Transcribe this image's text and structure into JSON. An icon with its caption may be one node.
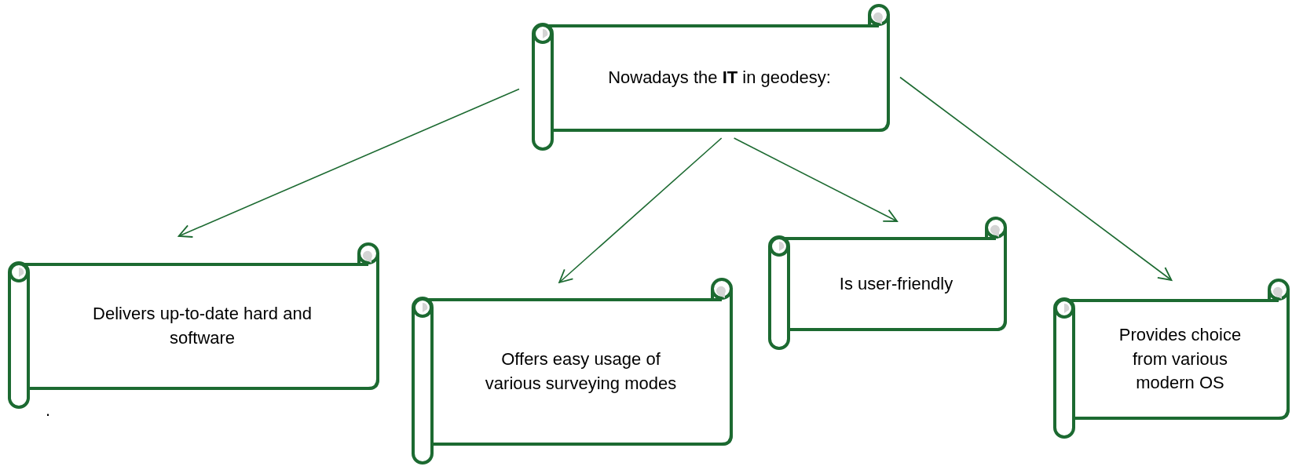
{
  "diagram": {
    "nodes": [
      {
        "text": [
          "Nowadays the **IT** in geodesy:"
        ]
      },
      {
        "text": [
          "Delivers up-to-date hard and software"
        ]
      },
      {
        "text": [
          "Offers easy usage of various surveying modes"
        ]
      },
      {
        "text": [
          "Is user-friendly"
        ]
      },
      {
        "text": [
          "Provides choice from various modern OS"
        ]
      }
    ],
    "edges": [
      {
        "from": 0,
        "to": 1,
        "arrow": "to"
      },
      {
        "from": 0,
        "to": 2,
        "arrow": "to"
      },
      {
        "from": 0,
        "to": 3,
        "arrow": "to"
      },
      {
        "from": 0,
        "to": 4,
        "arrow": "to"
      }
    ],
    "labels": [
      "."
    ]
  }
}
